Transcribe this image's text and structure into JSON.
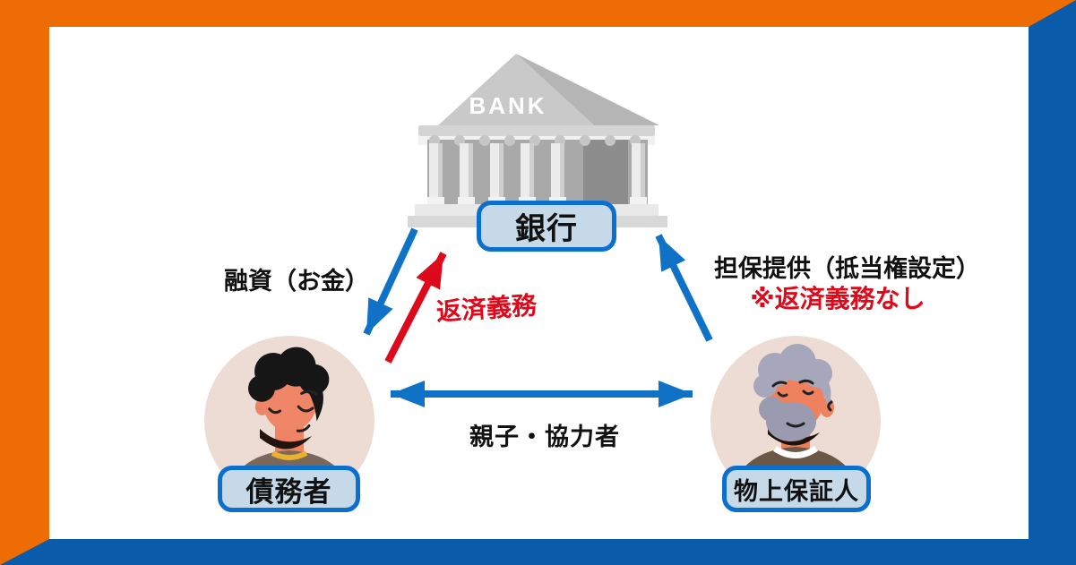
{
  "nodes": {
    "bank": {
      "sign": "BANK",
      "label": "銀行"
    },
    "debtor": {
      "label": "債務者"
    },
    "guarantor": {
      "label": "物上保証人"
    }
  },
  "edges": {
    "loan": {
      "label": "融資（お金）",
      "direction": "bank→debtor",
      "color": "blue"
    },
    "repayment": {
      "label": "返済義務",
      "direction": "debtor→bank",
      "color": "red"
    },
    "collateral": {
      "label": "担保提供（抵当権設定）",
      "note": "※返済義務なし",
      "direction": "guarantor→bank",
      "color": "blue"
    },
    "relation": {
      "label": "親子・協力者",
      "direction": "debtor↔guarantor",
      "color": "blue",
      "bidirectional": true
    }
  },
  "colors": {
    "frame_orange": "#ee6c04",
    "frame_blue": "#0a5cab",
    "arrow_blue": "#0f72c6",
    "arrow_red": "#dd0a1c",
    "text_red": "#dd0a1c",
    "tag_fill": "#c5d9e8",
    "tag_border": "#0a6fce",
    "avatar_circle": "#ecdcd4"
  }
}
